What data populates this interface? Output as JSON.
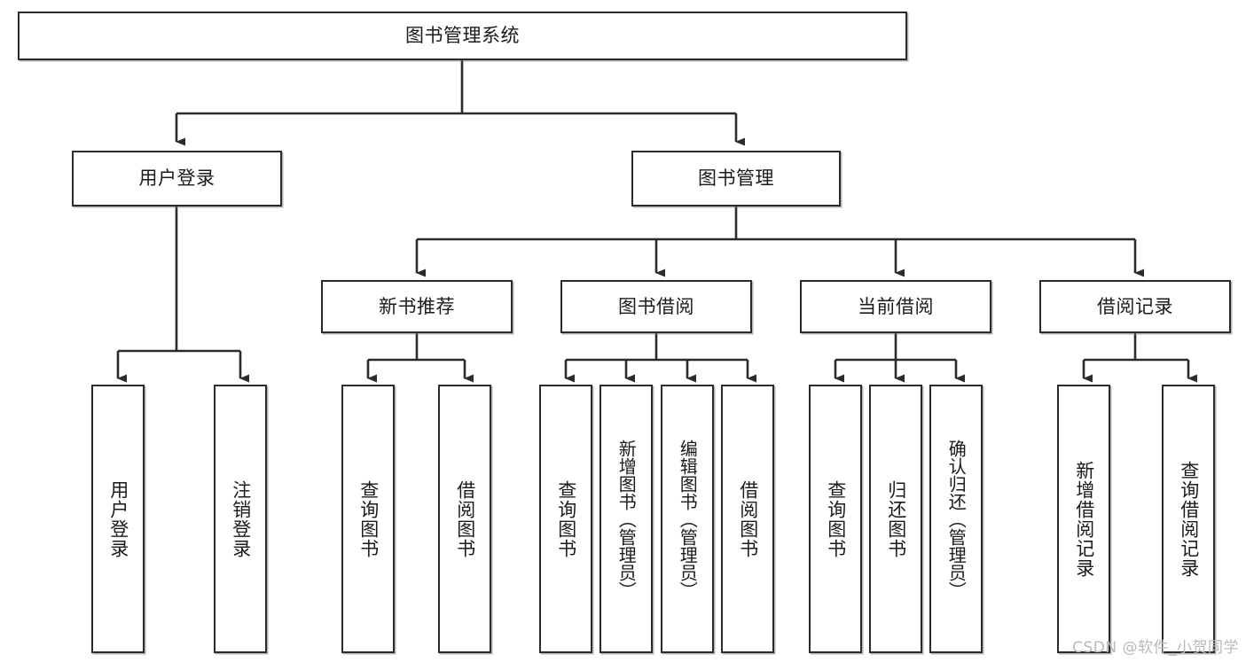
{
  "diagram": {
    "type": "tree-hierarchy",
    "title": "图书管理系统",
    "watermark": "CSDN @软件_小贺同学",
    "colors": {
      "box_border": "#2b2b2b",
      "box_fill": "#ffffff",
      "connector": "#2b2b2b",
      "watermark": "#b9b9b9",
      "background": "#ffffff"
    },
    "levels": {
      "root": {
        "label": "图书管理系统"
      },
      "level2": [
        {
          "id": "user-login",
          "label": "用户登录"
        },
        {
          "id": "book-manage",
          "label": "图书管理"
        }
      ],
      "level3": [
        {
          "id": "new-book-recommend",
          "label": "新书推荐",
          "parent": "book-manage"
        },
        {
          "id": "book-borrow",
          "label": "图书借阅",
          "parent": "book-manage"
        },
        {
          "id": "current-borrow",
          "label": "当前借阅",
          "parent": "book-manage"
        },
        {
          "id": "borrow-record",
          "label": "借阅记录",
          "parent": "book-manage"
        }
      ],
      "leaves": {
        "user-login": [
          {
            "id": "leaf-user-login",
            "label": "用户登录"
          },
          {
            "id": "leaf-user-logout",
            "label": "注销登录"
          }
        ],
        "new-book-recommend": [
          {
            "id": "leaf-query-book-1",
            "label": "查询图书"
          },
          {
            "id": "leaf-borrow-book-1",
            "label": "借阅图书"
          }
        ],
        "book-borrow": [
          {
            "id": "leaf-query-book-2",
            "label": "查询图书"
          },
          {
            "id": "leaf-add-book",
            "label": "新增图书（管理员）"
          },
          {
            "id": "leaf-edit-book",
            "label": "编辑图书（管理员）"
          },
          {
            "id": "leaf-borrow-book-2",
            "label": "借阅图书"
          }
        ],
        "current-borrow": [
          {
            "id": "leaf-query-book-3",
            "label": "查询图书"
          },
          {
            "id": "leaf-return-book",
            "label": "归还图书"
          },
          {
            "id": "leaf-confirm-return",
            "label": "确认归还（管理员）"
          }
        ],
        "borrow-record": [
          {
            "id": "leaf-add-record",
            "label": "新增借阅记录"
          },
          {
            "id": "leaf-query-record",
            "label": "查询借阅记录"
          }
        ]
      }
    }
  }
}
